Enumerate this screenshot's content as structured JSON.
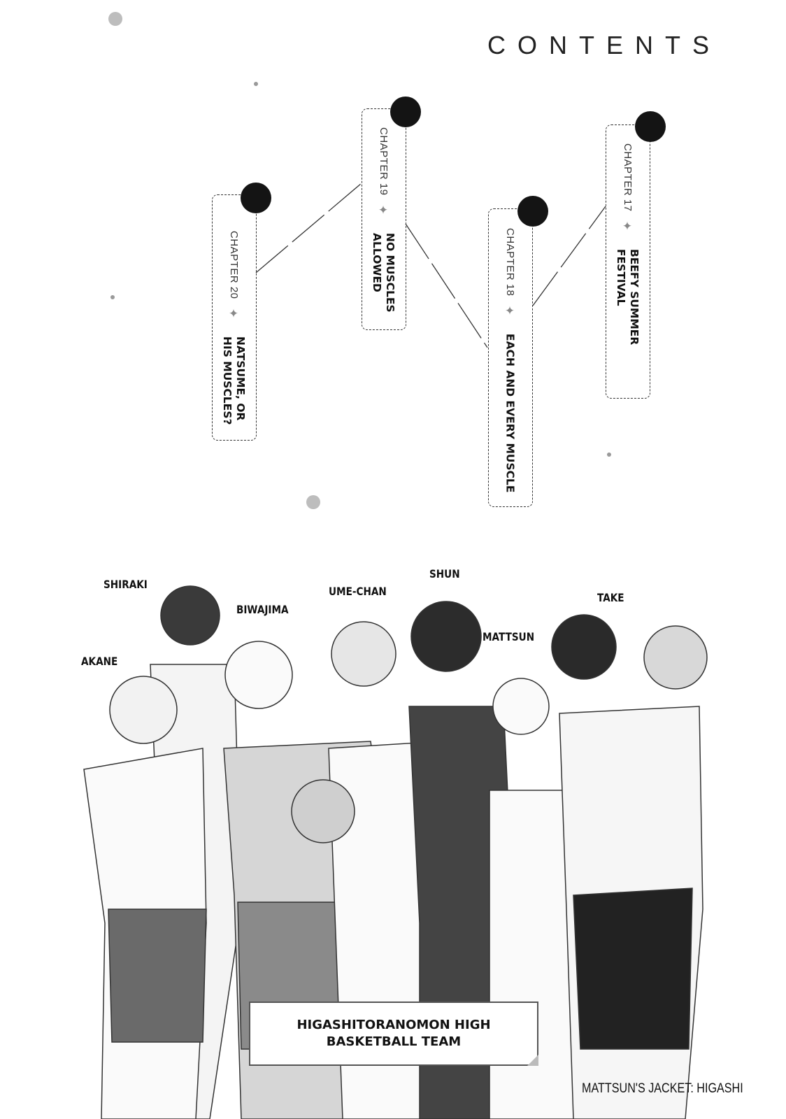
{
  "page": {
    "title": "CONTENTS"
  },
  "chapters": [
    {
      "label": "CHAPTER 17",
      "title_lines": [
        "BEEFY SUMMER",
        "FESTIVAL"
      ]
    },
    {
      "label": "CHAPTER 18",
      "title_lines": [
        "EACH AND EVERY MUSCLE"
      ]
    },
    {
      "label": "CHAPTER 19",
      "title_lines": [
        "NO MUSCLES",
        "ALLOWED"
      ]
    },
    {
      "label": "CHAPTER 20",
      "title_lines": [
        "NATSUME, OR",
        "HIS MUSCLES?"
      ]
    }
  ],
  "star_glyph": "✦",
  "characters": [
    "SHIRAKI",
    "AKANE",
    "BIWAJIMA",
    "UME-CHAN",
    "SHUN",
    "MATTSUN",
    "TAKE"
  ],
  "caption": {
    "line1": "HIGASHITORANOMON HIGH",
    "line2": "BASKETBALL TEAM"
  },
  "note": "MATTSUN'S JACKET: HIGASHI"
}
